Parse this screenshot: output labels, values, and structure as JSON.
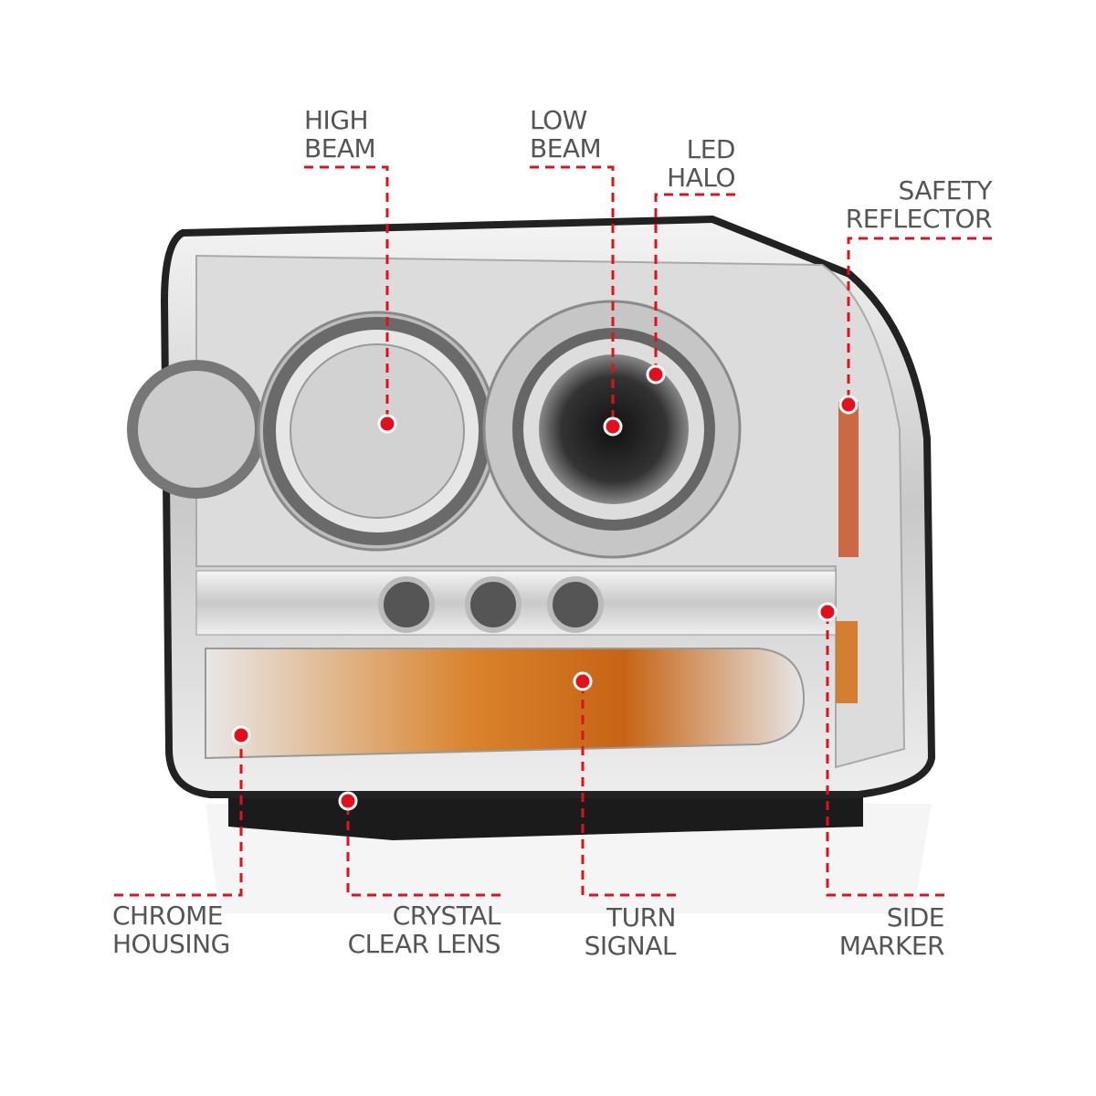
{
  "accent_color": "#e3101c",
  "text_color": "#555555",
  "callouts": {
    "high_beam": {
      "line1": "HIGH",
      "line2": "BEAM"
    },
    "low_beam": {
      "line1": "LOW",
      "line2": "BEAM"
    },
    "led_halo": {
      "line1": "LED",
      "line2": "HALO"
    },
    "safety_reflector": {
      "line1": "SAFETY",
      "line2": "REFLECTOR"
    },
    "chrome_housing": {
      "line1": "CHROME",
      "line2": "HOUSING"
    },
    "crystal_clear_lens": {
      "line1": "CRYSTAL",
      "line2": "CLEAR LENS"
    },
    "turn_signal": {
      "line1": "TURN",
      "line2": "SIGNAL"
    },
    "side_marker": {
      "line1": "SIDE",
      "line2": "MARKER"
    }
  }
}
